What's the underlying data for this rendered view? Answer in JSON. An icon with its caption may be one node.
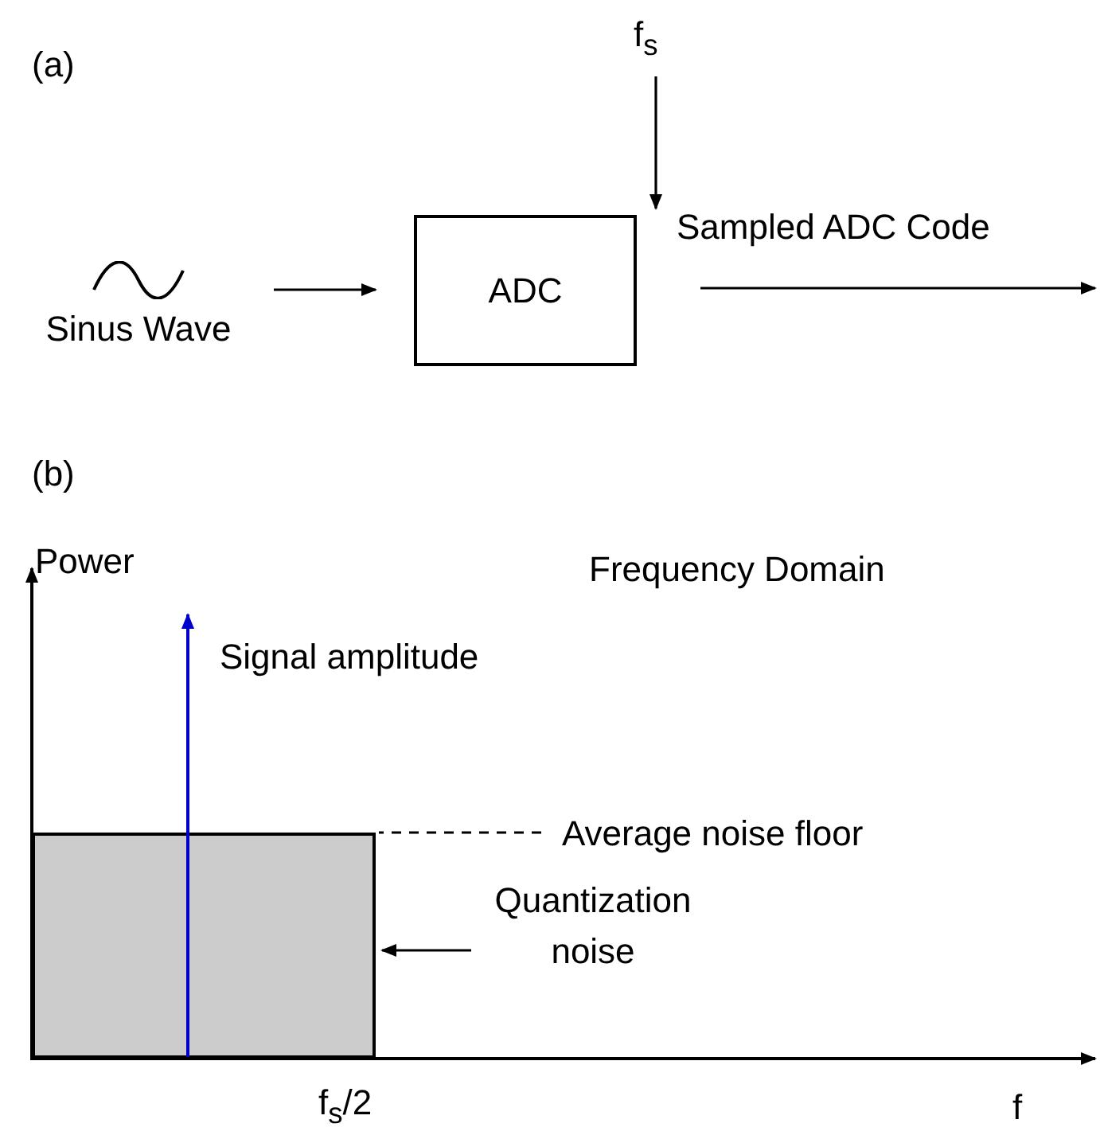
{
  "diagram": {
    "nodes": [
      {
        "text": [
          "Sinus Wave"
        ]
      },
      {
        "text": [
          "ADC"
        ]
      },
      {
        "text": [
          "f$_{s}$"
        ]
      },
      {
        "text": [],
        "shape": "box"
      },
      {
        "text": [
          "Average noise floor"
        ]
      },
      {
        "text": [
          "Quantization noise"
        ]
      }
    ],
    "edges": [
      {
        "from": 0,
        "to": 1,
        "arrow": "to"
      },
      {
        "from": 2,
        "to": 1,
        "arrow": "to"
      },
      {
        "from": 1,
        "to": null,
        "arrow": "to",
        "label": "Sampled ADC Code"
      },
      {
        "from": 4,
        "to": 3,
        "arrow": "none",
        "style": "dashed"
      },
      {
        "from": 5,
        "to": 3,
        "arrow": "to"
      }
    ],
    "labels": [
      "(a)",
      "(b)",
      "Power",
      "Frequency Domain",
      "Signal amplitude",
      "f$_{s}$/2",
      "f"
    ]
  }
}
